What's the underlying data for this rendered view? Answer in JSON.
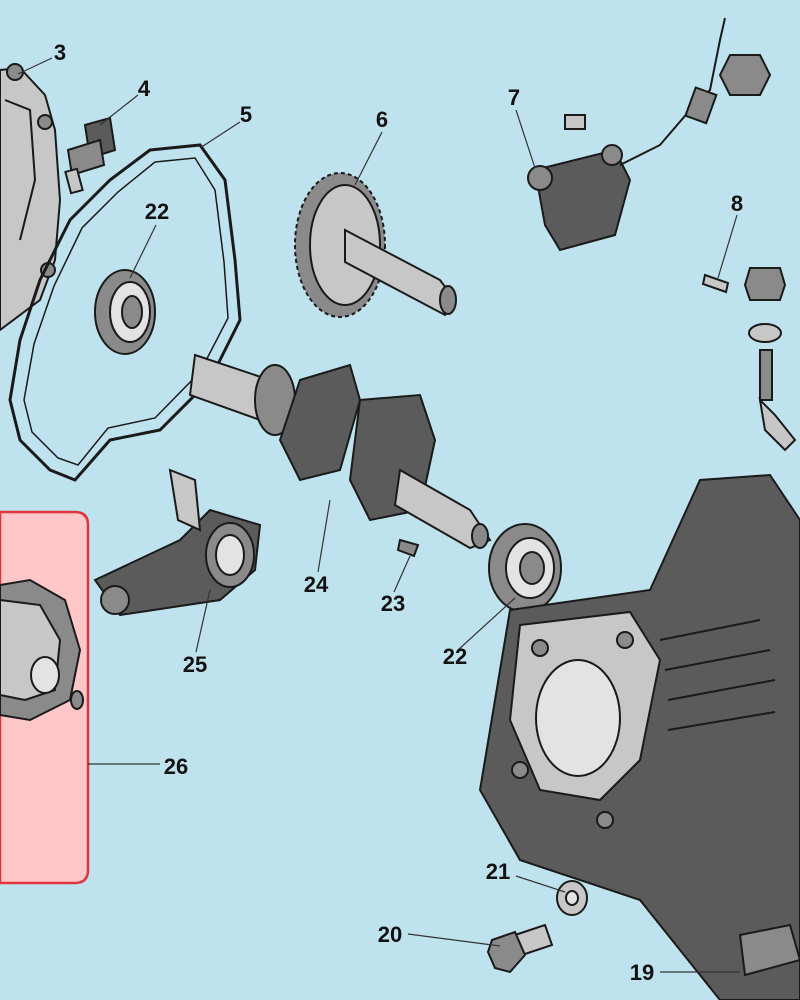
{
  "callouts": [
    {
      "id": "3",
      "label": "3"
    },
    {
      "id": "4",
      "label": "4"
    },
    {
      "id": "5",
      "label": "5"
    },
    {
      "id": "6",
      "label": "6"
    },
    {
      "id": "7",
      "label": "7"
    },
    {
      "id": "8",
      "label": "8"
    },
    {
      "id": "19",
      "label": "19"
    },
    {
      "id": "20",
      "label": "20"
    },
    {
      "id": "21",
      "label": "21"
    },
    {
      "id": "22a",
      "label": "22"
    },
    {
      "id": "22b",
      "label": "22"
    },
    {
      "id": "23",
      "label": "23"
    },
    {
      "id": "24",
      "label": "24"
    },
    {
      "id": "25",
      "label": "25"
    },
    {
      "id": "26",
      "label": "26"
    }
  ],
  "colors": {
    "background": "#bfe3ee",
    "highlight_fill": "#ffc7c7",
    "highlight_stroke": "#e0353a",
    "part_dark": "#5b5b5b",
    "part_light": "#c7c7c7"
  }
}
